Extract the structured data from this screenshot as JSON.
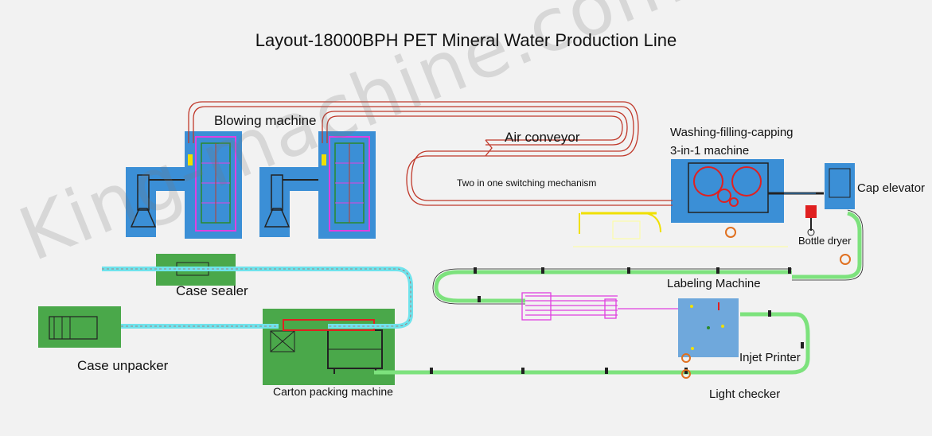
{
  "title": "Layout-18000BPH PET Mineral Water Production Line",
  "watermark": "King-machine.com",
  "labels": {
    "blowing_machine": "Blowing machine",
    "air_conveyor": "Air conveyor",
    "switching_mechanism": "Two in one switching mechanism",
    "washing_filling_capping_line1": "Washing-filling-capping",
    "washing_filling_capping_line2": "3-in-1 machine",
    "cap_elevator": "Cap elevator",
    "bottle_dryer": "Bottle dryer",
    "labeling_machine": "Labeling Machine",
    "case_sealer": "Case sealer",
    "case_unpacker": "Case unpacker",
    "carton_packing_machine": "Carton packing machine",
    "inkjet_printer": "Injet Printer",
    "light_checker": "Light checker"
  },
  "colors": {
    "background": "#f2f2f2",
    "machine_blue": "#3b8fd6",
    "machine_green": "#4aa84a",
    "air_conveyor_red": "#c0392b",
    "belt_green": "#7de27d",
    "case_conveyor_cyan": "#6fe3ec",
    "bottle_conveyor_magenta": "#e040e0",
    "filler_red": "#e02020",
    "yellow": "#f0e000"
  }
}
